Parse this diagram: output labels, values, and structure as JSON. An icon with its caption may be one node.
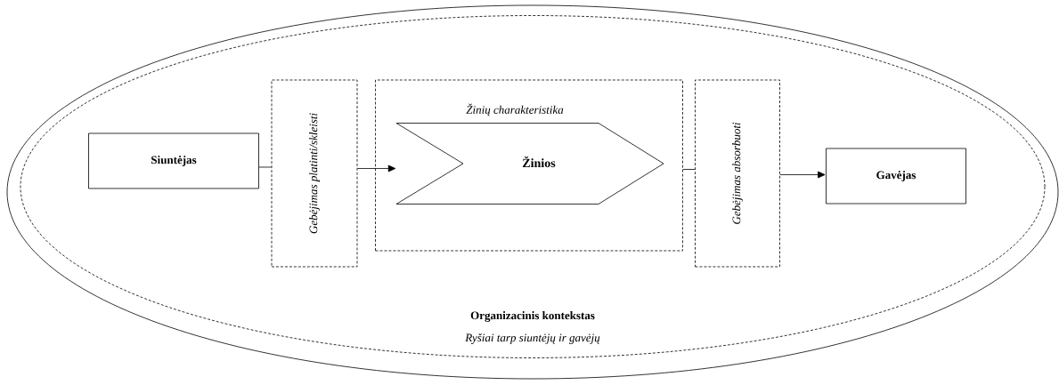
{
  "diagram": {
    "nodes": [
      {
        "text": [],
        "shape": "ellipse"
      },
      {
        "text": [
          "Organizacinis kontekstas",
          "Ryšiai tarp siuntėjų ir gavėjų"
        ],
        "in": 0
      },
      {
        "text": [
          "Siuntėjas"
        ],
        "in": 1
      },
      {
        "text": [
          "Gebėjimas platinti/skleisti"
        ],
        "in": 1
      },
      {
        "text": [],
        "shape": "box",
        "in": 1
      },
      {
        "text": [
          "Žinios"
        ],
        "beside": [
          "Žinių charakteristika"
        ],
        "in": 4
      },
      {
        "text": [
          "Gebėjimas absorbuoti"
        ],
        "in": 1
      },
      {
        "text": [
          "Gavėjas"
        ],
        "in": 1
      }
    ],
    "edges": [
      {
        "from": 2,
        "to": 3,
        "arrow": "none"
      },
      {
        "from": 3,
        "to": 5,
        "arrow": "to"
      },
      {
        "from": 4,
        "to": 6,
        "arrow": "none"
      },
      {
        "from": 6,
        "to": 7,
        "arrow": "to"
      }
    ]
  }
}
